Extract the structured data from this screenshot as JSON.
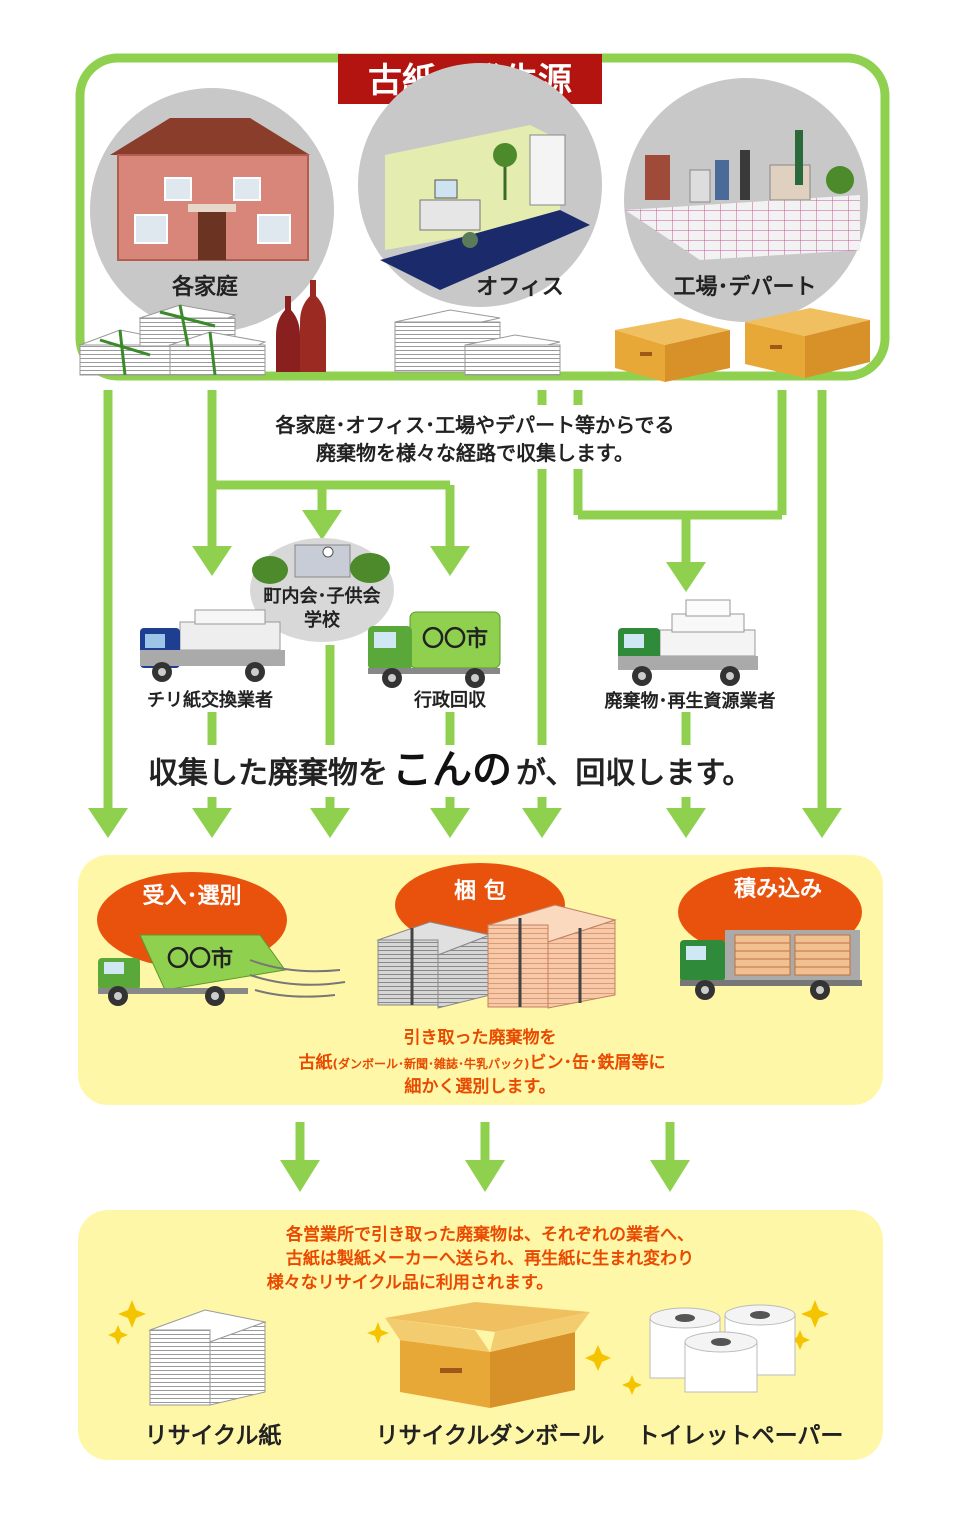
{
  "colors": {
    "green": "#8fd14f",
    "title_red": "#b3140f",
    "yellow_panel": "#fff7a8",
    "orange_ellipse": "#e9520c",
    "text_orange": "#e84a00",
    "circle_gray": "#c8c8c8"
  },
  "source": {
    "title": "古紙の発生源",
    "home_label": "各家庭",
    "office_label": "オフィス",
    "factory_label": "工場･デパート"
  },
  "collection": {
    "desc_line1": "各家庭･オフィス･工場やデパート等からでる",
    "desc_line2": "廃棄物を様々な経路で収集します。",
    "community_line1": "町内会･子供会",
    "community_line2": "学校",
    "city_truck_sign": "〇〇市",
    "tissue_trader": "チリ紙交換業者",
    "municipal": "行政回収",
    "waste_trader": "廃棄物･再生資源業者"
  },
  "headline": {
    "prefix": "収集した廃棄物を",
    "brand": "こんの",
    "suffix": "が、回収します。"
  },
  "processing": {
    "step1": "受入･選別",
    "step2": "梱 包",
    "step3": "積み込み",
    "truck_sign": "〇〇市",
    "desc_line1": "引き取った廃棄物を",
    "desc_line2_a": "古紙",
    "desc_line2_small": "(ダンボール･新聞･雑誌･牛乳パック)",
    "desc_line2_b": "ビン･缶･鉄屑等に",
    "desc_line3": "細かく選別します。"
  },
  "recycle": {
    "desc_line1": "各営業所で引き取った廃棄物は、それぞれの業者へ、",
    "desc_line2": "古紙は製紙メーカーへ送られ、再生紙に生まれ変わり",
    "desc_line3": "様々なリサイクル品に利用されます。",
    "product1": "リサイクル紙",
    "product2": "リサイクルダンボール",
    "product3": "トイレットペーパー"
  }
}
